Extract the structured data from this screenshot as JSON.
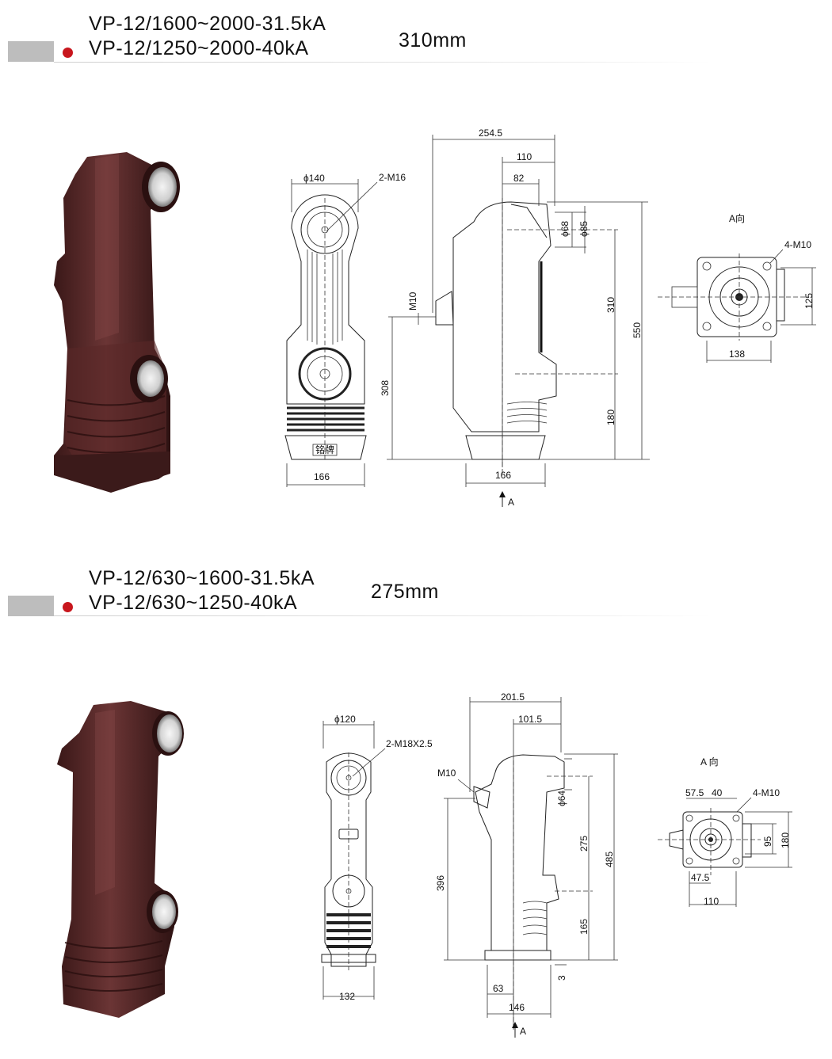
{
  "sections": [
    {
      "model_line_1": "VP-12/1600~2000-31.5kA",
      "model_line_2": "VP-12/1250~2000-40kA",
      "spacing": "310mm",
      "front_view": {
        "diameter": "ϕ140",
        "thread": "2-M16",
        "nameplate": "铭牌",
        "width": "166"
      },
      "side_view": {
        "dim_total_width": "254.5",
        "dim_110": "110",
        "dim_82": "82",
        "dim_phi68": "ϕ68",
        "dim_phi85": "ϕ85",
        "dim_m10": "M10",
        "dim_308": "308",
        "dim_310": "310",
        "dim_550": "550",
        "dim_180": "180",
        "dim_width": "166",
        "arrow_label": "A"
      },
      "view_a": {
        "title": "A向",
        "thread": "4-M10",
        "dim_125": "125",
        "dim_138": "138"
      }
    },
    {
      "model_line_1": "VP-12/630~1600-31.5kA",
      "model_line_2": "VP-12/630~1250-40kA",
      "spacing": "275mm",
      "front_view": {
        "diameter": "ϕ120",
        "thread": "2-M18X2.5",
        "width": "132"
      },
      "side_view": {
        "dim_total_width": "201.5",
        "dim_101_5": "101.5",
        "dim_m10": "M10",
        "dim_phi64": "ϕ64",
        "dim_396": "396",
        "dim_275": "275",
        "dim_485": "485",
        "dim_165": "165",
        "dim_3": "3",
        "dim_63": "63",
        "dim_width": "146",
        "arrow_label": "A"
      },
      "view_a": {
        "title": "A 向",
        "dim_57_5": "57.5",
        "dim_40": "40",
        "thread": "4-M10",
        "dim_95": "95",
        "dim_180": "180",
        "dim_47_5": "47.5",
        "dim_110": "110"
      }
    }
  ],
  "colors": {
    "insulator": "#4a2222",
    "insulator_light": "#7a4040",
    "accent_dot": "#c8161d",
    "bar": "#bdbdbd"
  }
}
